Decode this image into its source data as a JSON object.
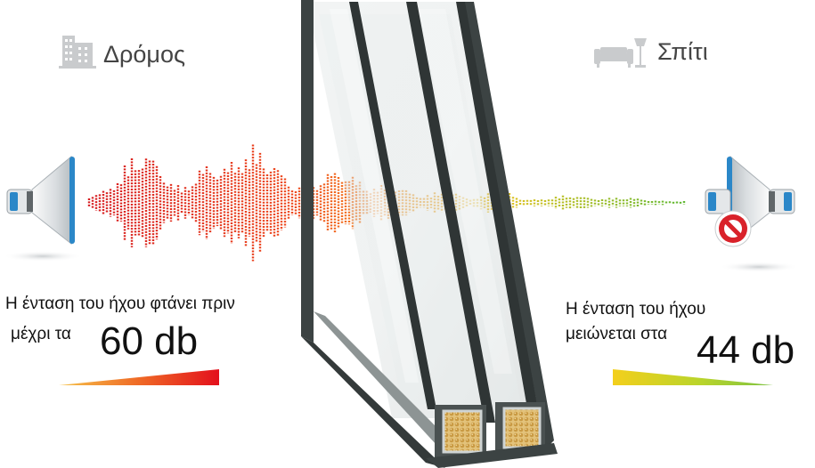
{
  "left": {
    "icon": "city-building-icon",
    "label": "Δρόμος",
    "caption_line1": "Η ένταση του ήχου φτάνει πριν",
    "caption_line2": "μέχρι τα",
    "value": "60 db"
  },
  "right": {
    "icon": "sofa-lamp-icon",
    "label": "Σπίτι",
    "caption_line1": "Η ένταση του ήχου",
    "caption_line2": "μειώνεται στα",
    "value": "44 db"
  },
  "colors": {
    "wave_start": "#d61b20",
    "wave_mid": "#f68a1f",
    "wave_yellow": "#e8c21d",
    "wave_end": "#5fb833",
    "frame": "#3c4343",
    "speaker_blue": "#2b87c8"
  }
}
